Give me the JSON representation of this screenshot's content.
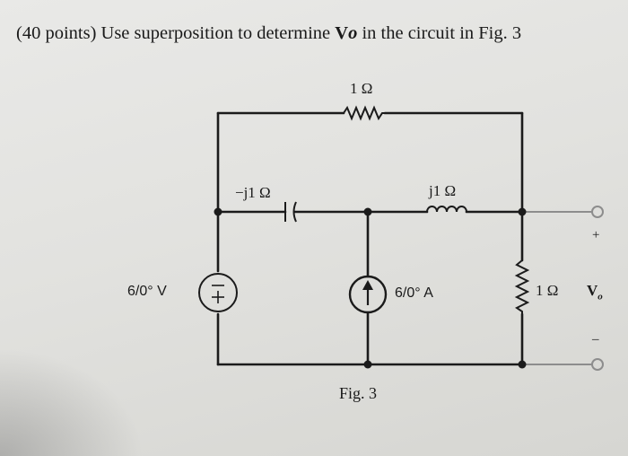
{
  "problem": {
    "prefix": "(40 points) Use superposition to determine ",
    "var_main": "V",
    "var_sub": "o",
    "suffix": " in the circuit in Fig. 3"
  },
  "circuit": {
    "top_resistor_label": "1 Ω",
    "capacitor_label": "−j1 Ω",
    "inductor_label": "j1 Ω",
    "voltage_source_label": "6/0° V",
    "current_source_label": "6/0° A",
    "output_resistor_label": "1 Ω",
    "output_plus": "+",
    "output_minus": "–",
    "output_voltage_main": "V",
    "output_voltage_sub": "o"
  },
  "figure_caption": "Fig. 3"
}
